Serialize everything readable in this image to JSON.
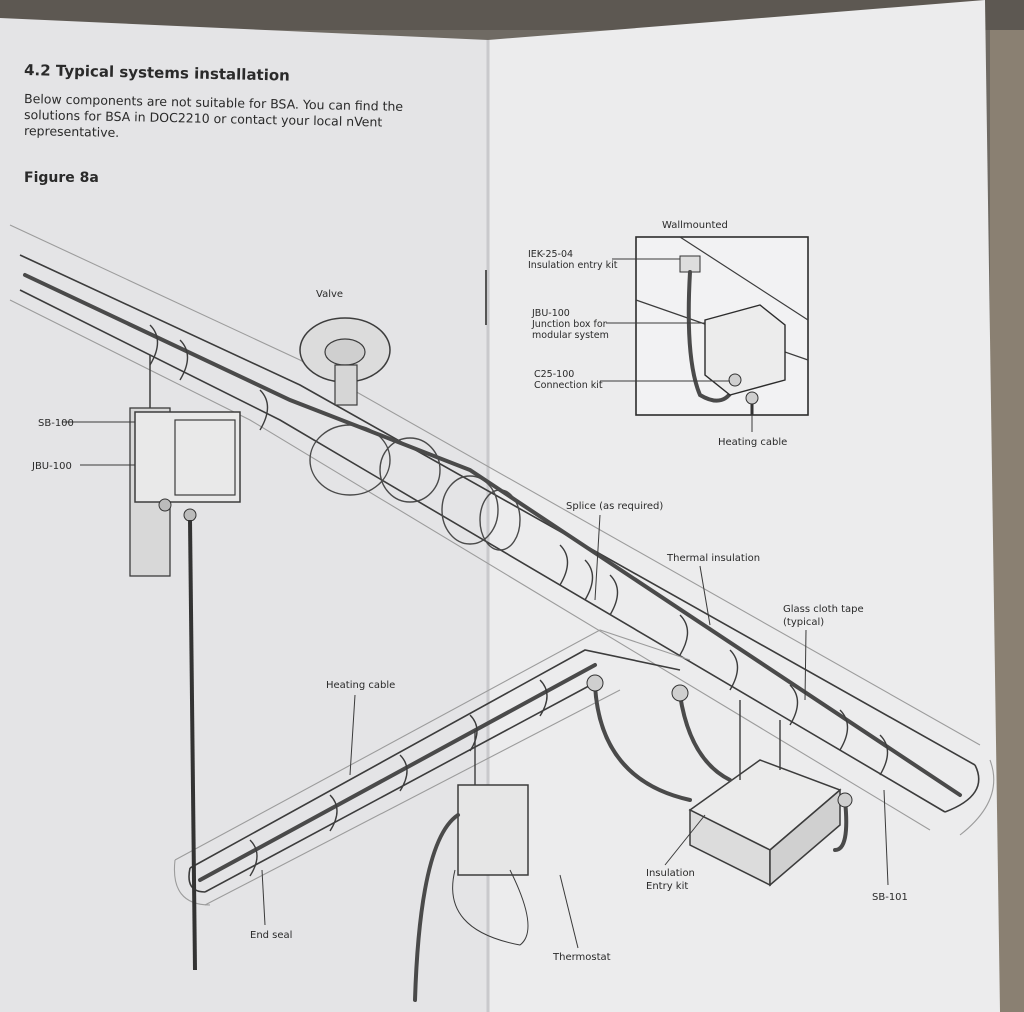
{
  "page": {
    "heading": "4.2 Typical systems installation",
    "intro_line1": "Below components are not suitable for BSA. You can find the",
    "intro_line2": "solutions for BSA in DOC2210 or contact your local nVent",
    "intro_line3": "representative.",
    "figure_title": "Figure 8a"
  },
  "labels": {
    "valve": "Valve",
    "sb100": "SB-100",
    "jbu100": "JBU-100",
    "wallmounted": "Wallmounted",
    "iek_1": "IEK-25-04",
    "iek_2": "Insulation entry kit",
    "jbu_1": "JBU-100",
    "jbu_2": "Junction box for",
    "jbu_3": "modular system",
    "c25_1": "C25-100",
    "c25_2": "Connection kit",
    "heating_cable_inset": "Heating cable",
    "splice": "Splice (as required)",
    "thermal_insulation": "Thermal insulation",
    "glass_tape_1": "Glass cloth tape",
    "glass_tape_2": "(typical)",
    "heating_cable_main": "Heating cable",
    "end_seal": "End seal",
    "insulation_entry_1": "Insulation",
    "insulation_entry_2": "Entry kit",
    "thermostat": "Thermostat",
    "sb101": "SB-101"
  },
  "colors": {
    "page_left": "#e4e4e6",
    "page_right": "#ececed",
    "background_fabric": "#6f6a63"
  }
}
